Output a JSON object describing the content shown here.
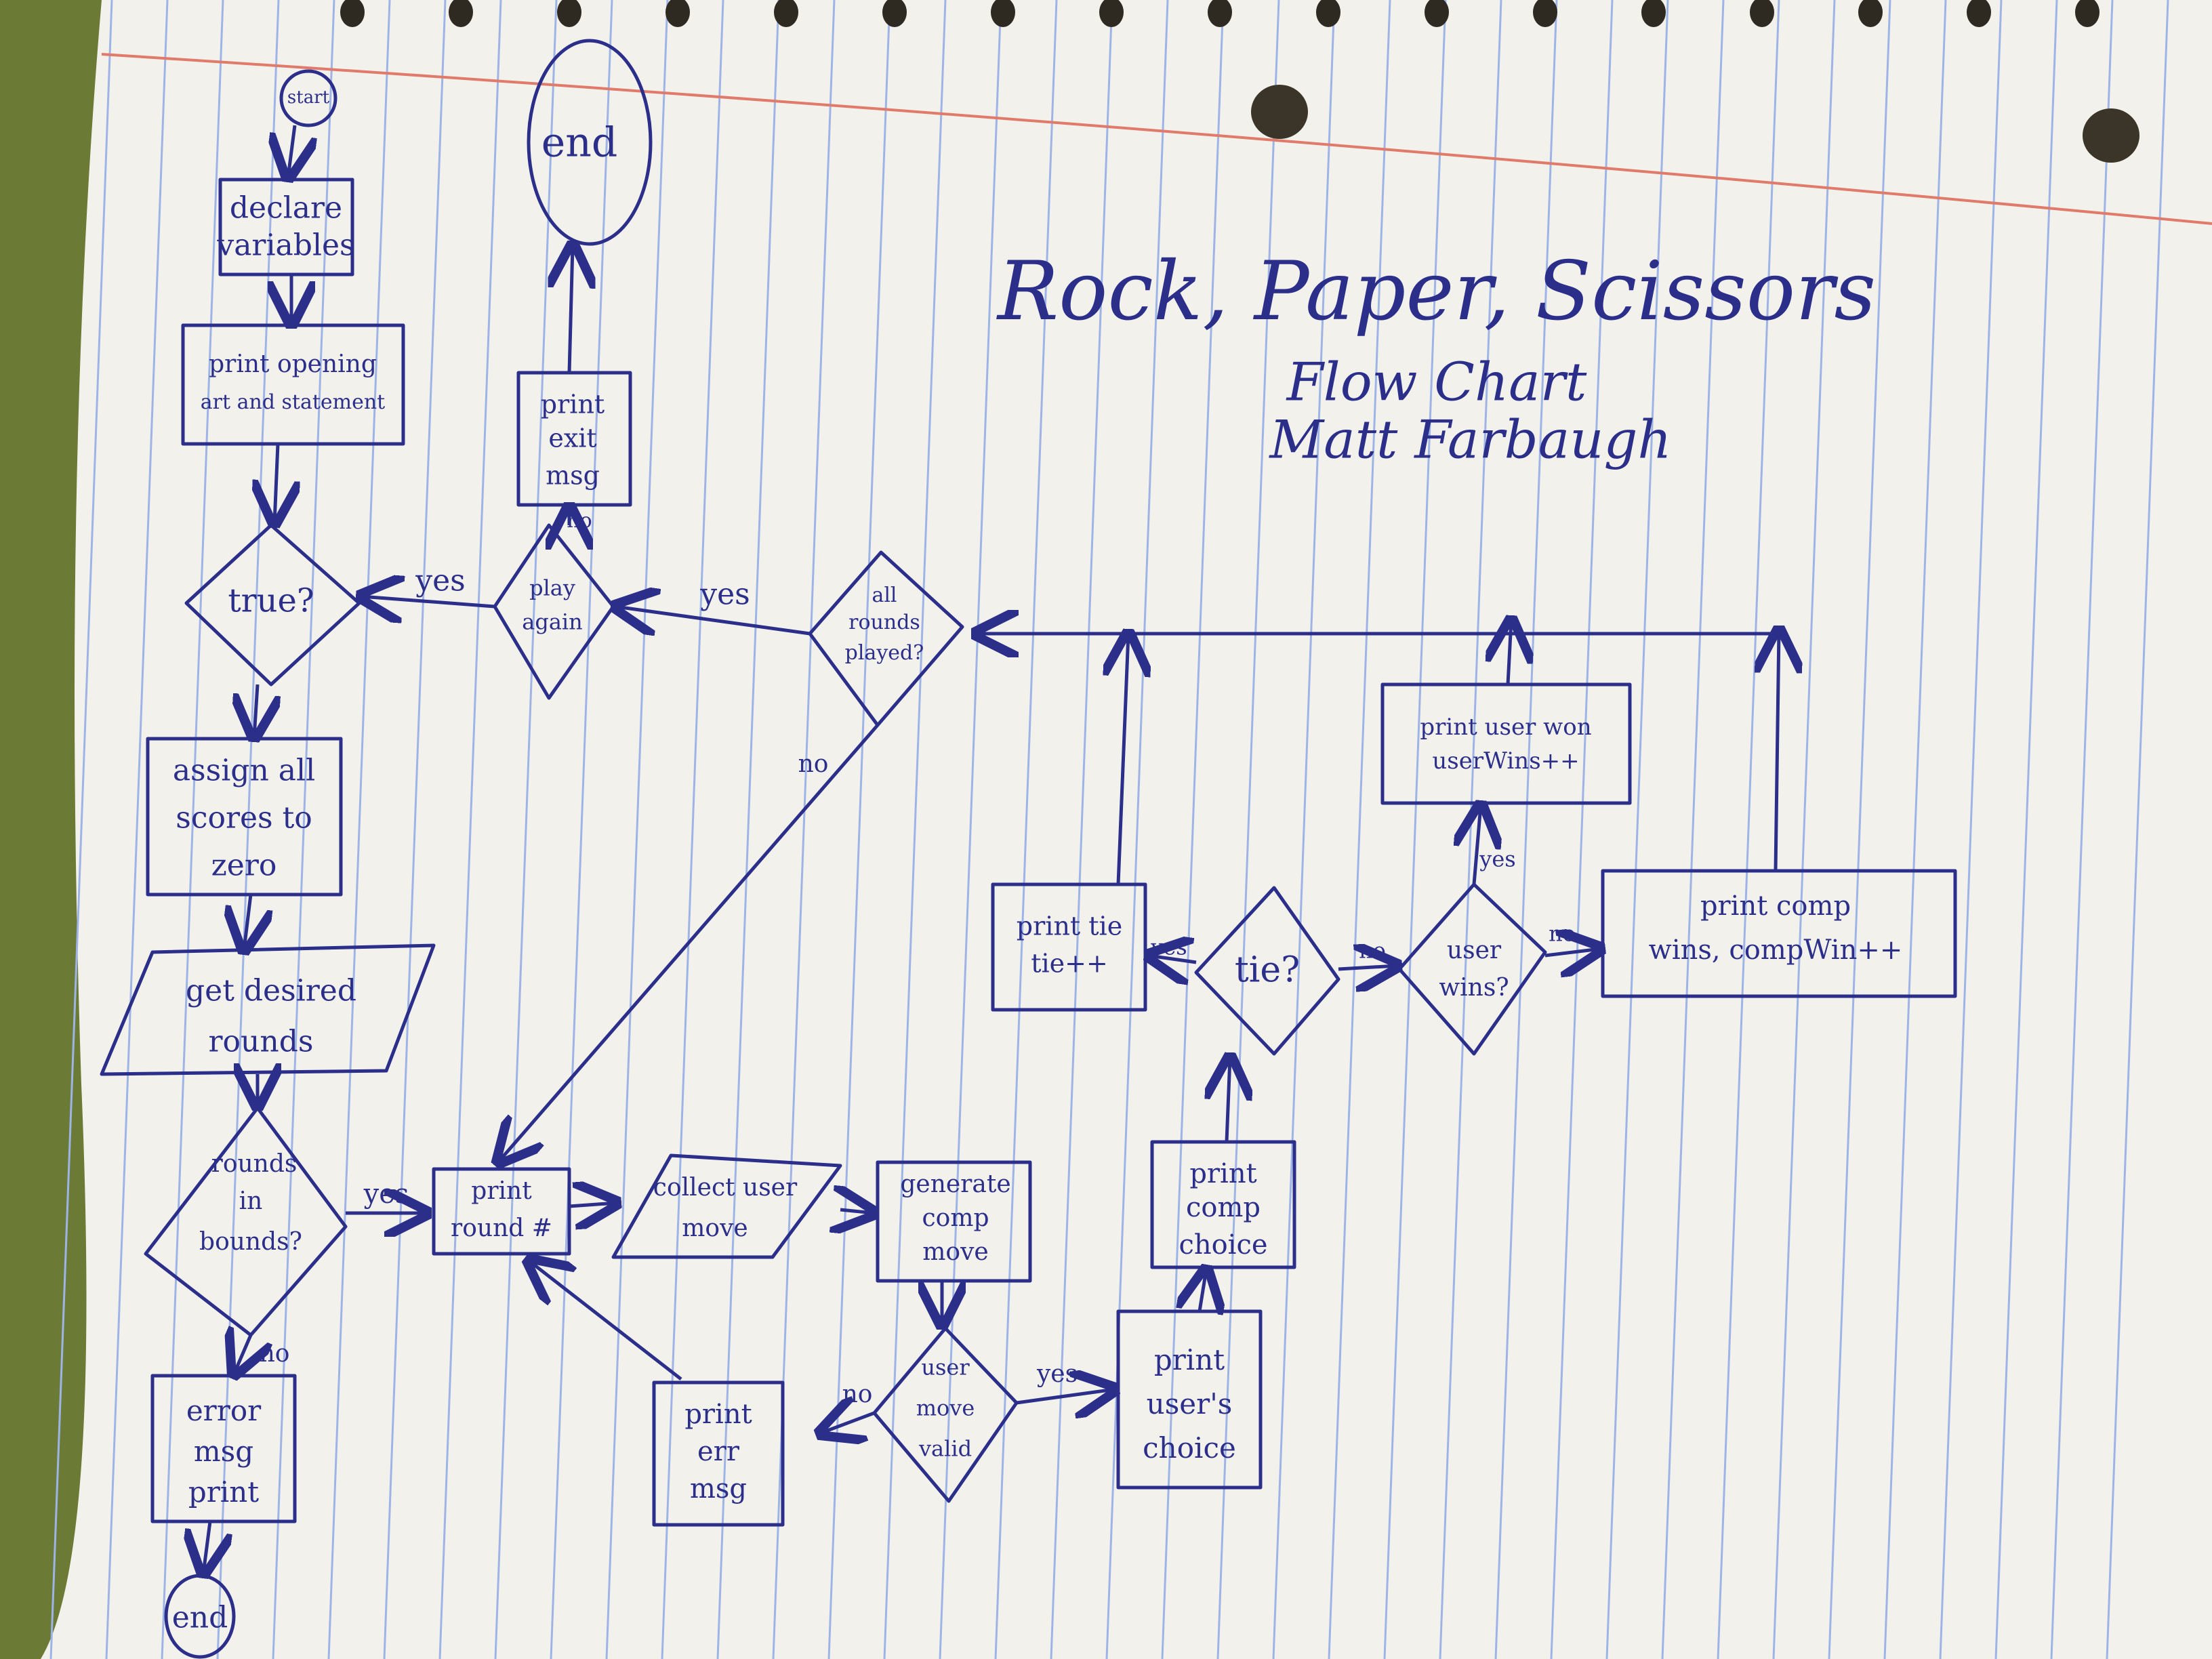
{
  "title": {
    "line1": "Rock, Paper, Scissors",
    "line2": "Flow Chart",
    "line3": "Matt Farbaugh"
  },
  "colors": {
    "paper": "#f3f1ec",
    "rule_line": "#9fb4e6",
    "margin_line": "#e07a6a",
    "ink": "#2b2f8a"
  },
  "nodes": {
    "start": "start",
    "declare": [
      "declare",
      "variables"
    ],
    "print_opening": [
      "print opening",
      "art and statement"
    ],
    "true_check": "true?",
    "assign_scores": [
      "assign all",
      "scores to",
      "zero"
    ],
    "get_rounds": [
      "get desired",
      "rounds"
    ],
    "rounds_in_bounds": [
      "rounds",
      "in",
      "bounds?"
    ],
    "error_msg": [
      "error",
      "msg",
      "print"
    ],
    "end_bottom": "end",
    "print_round": [
      "print",
      "round #"
    ],
    "collect_move": [
      "collect user",
      "move"
    ],
    "generate_comp": [
      "generate",
      "comp",
      "move"
    ],
    "user_move_valid": [
      "user",
      "move",
      "valid"
    ],
    "print_err": [
      "print",
      "err",
      "msg"
    ],
    "print_user_choice": [
      "print",
      "user's",
      "choice"
    ],
    "print_comp_choice": [
      "print",
      "comp",
      "choice"
    ],
    "tie_check": "tie?",
    "print_tie": [
      "print tie",
      "tie++"
    ],
    "user_wins_check": [
      "user",
      "wins?"
    ],
    "print_user_won": [
      "print user won",
      "userWins++"
    ],
    "print_comp_wins": [
      "print comp",
      "wins, compWin++"
    ],
    "all_rounds": [
      "all",
      "rounds",
      "played?"
    ],
    "play_again": [
      "play",
      "again"
    ],
    "print_exit": [
      "print",
      "exit",
      "msg"
    ],
    "end_top": "end"
  },
  "edges": {
    "yes": "yes",
    "no": "no"
  }
}
